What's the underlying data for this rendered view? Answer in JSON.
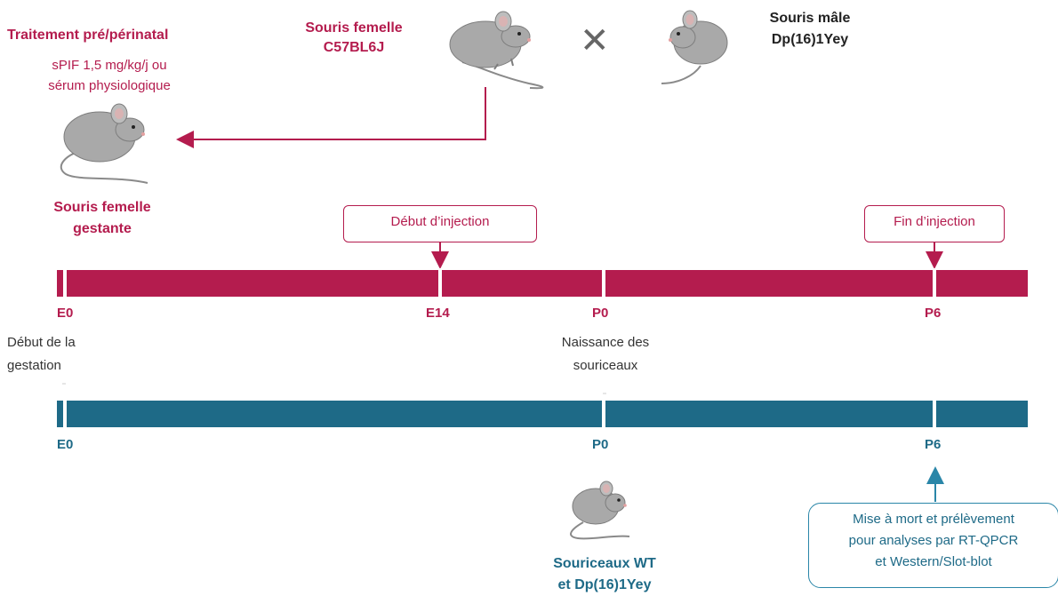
{
  "labels": {
    "treatment_title": "Traitement pré/périnatal",
    "treatment_line1": "sPIF 1,5 mg/kg/j ou",
    "treatment_line2": "sérum physiologique",
    "female_top_line1": "Souris femelle",
    "female_top_line2": "C57BL6J",
    "male_line1": "Souris mâle",
    "male_line2": "Dp(16)1Yey",
    "cross_symbol": "✕",
    "pregnant_line1": "Souris femelle",
    "pregnant_line2": "gestante",
    "start_injection": "Début d’injection",
    "end_injection": "Fin d’injection",
    "gestation_line1": "Début de la",
    "gestation_line2": "gestation",
    "birth_line1": "Naissance des",
    "birth_line2": "souriceaux",
    "pups_line1": "Souriceaux WT",
    "pups_line2": "et Dp(16)1Yey",
    "analysis_line1": "Mise à mort et prélèvement",
    "analysis_line2": "pour analyses par RT-QPCR",
    "analysis_line3": "et Western/Slot-blot"
  },
  "timeline_crimson": {
    "ticks": [
      "E0",
      "E14",
      "P0",
      "P6"
    ]
  },
  "timeline_teal": {
    "ticks": [
      "E0",
      "P0",
      "P6"
    ]
  },
  "icons": [
    "mouse-icon-female",
    "mouse-icon-male",
    "mouse-icon-pregnant",
    "mouse-icon-pups",
    "cross-icon"
  ],
  "colors": {
    "crimson": "#b41c4e",
    "teal": "#1e6a87",
    "mouse_body": "#a9a9a9"
  }
}
